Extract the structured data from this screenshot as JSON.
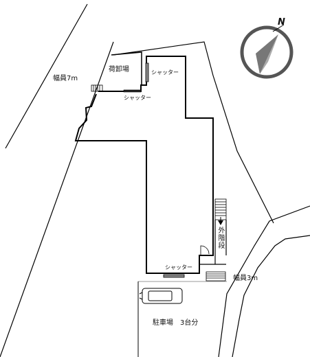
{
  "labels": {
    "road_west": "幅員7m",
    "loading_area": "荷卸場",
    "shutter_top": "シャッター",
    "shutter_left": "シャッター",
    "shutter_bottom": "シャッター",
    "outer_stairs": "外階段",
    "road_east": "幅員3m",
    "parking": "駐車場　3台分"
  },
  "compass": {
    "north_letter": "N",
    "needle_color": "#666666"
  }
}
